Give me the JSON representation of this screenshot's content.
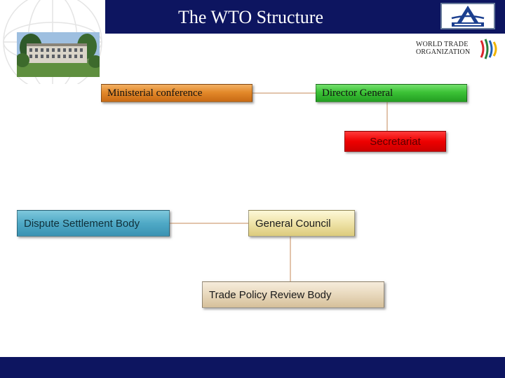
{
  "header": {
    "title": "The WTO Structure",
    "bar_color": "#0d1560"
  },
  "logos": {
    "corporate_icon": "corporate-a-logo-icon",
    "wto_line1": "WORLD TRADE",
    "wto_line2": "ORGANIZATION",
    "wto_icon": "wto-emblem-icon"
  },
  "photo": {
    "icon": "wto-building-photo"
  },
  "diagram": {
    "nodes": [
      {
        "id": "ministerial",
        "label": "Ministerial conference",
        "color": "#e3892a"
      },
      {
        "id": "director",
        "label": "Director General",
        "color": "#3cc236"
      },
      {
        "id": "secretariat",
        "label": "Secretariat",
        "color": "#ee0000"
      },
      {
        "id": "dispute",
        "label": "Dispute Settlement Body",
        "color": "#4fa9c6"
      },
      {
        "id": "council",
        "label": "General Council",
        "color": "#efe3a8"
      },
      {
        "id": "tprb",
        "label": "Trade Policy Review Body",
        "color": "#e8d8bc"
      }
    ],
    "edges": [
      {
        "from": "ministerial",
        "to": "director"
      },
      {
        "from": "director",
        "to": "secretariat"
      },
      {
        "from": "dispute",
        "to": "council"
      },
      {
        "from": "council",
        "to": "tprb"
      }
    ],
    "connector_color": "#c48a5a"
  }
}
